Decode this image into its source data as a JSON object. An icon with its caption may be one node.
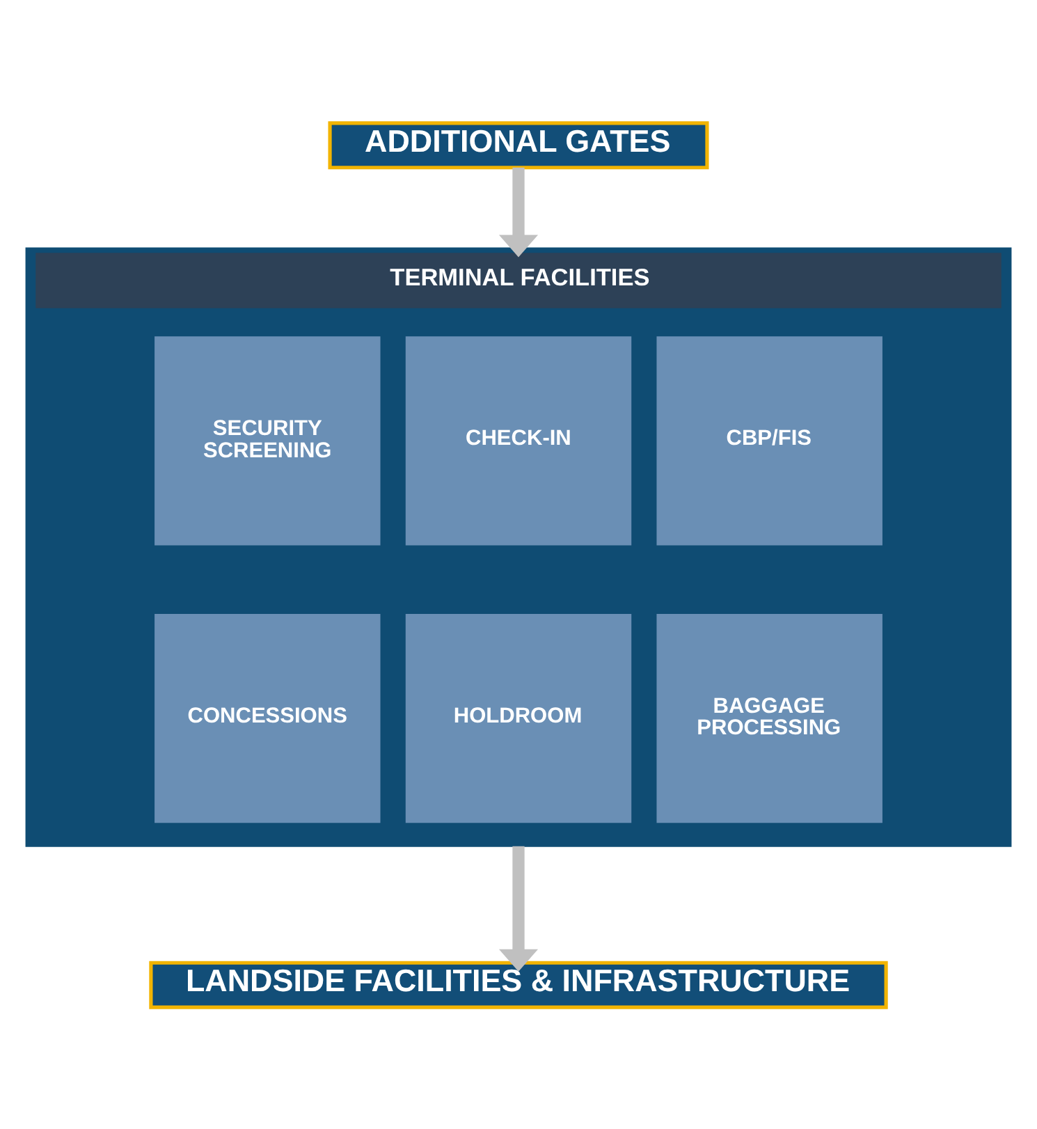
{
  "diagram": {
    "nodes": [
      {
        "text": [
          "ADDITIONAL GATES"
        ]
      },
      {
        "text": [
          "TERMINAL FACILITIES"
        ]
      },
      {
        "text": [
          "SECURITY SCREENING"
        ],
        "in": 1
      },
      {
        "text": [
          "CHECK-IN"
        ],
        "in": 1
      },
      {
        "text": [
          "CBP/FIS"
        ],
        "in": 1
      },
      {
        "text": [
          "CONCESSIONS"
        ],
        "in": 1
      },
      {
        "text": [
          "HOLDROOM"
        ],
        "in": 1
      },
      {
        "text": [
          "BAGGAGE PROCESSING"
        ],
        "in": 1
      },
      {
        "text": [
          "LANDSIDE FACILITIES & INFRASTRUCTURE"
        ]
      }
    ],
    "edges": [
      {
        "from": 0,
        "to": 1,
        "arrow": "to"
      },
      {
        "from": 1,
        "to": 8,
        "arrow": "to"
      }
    ]
  }
}
